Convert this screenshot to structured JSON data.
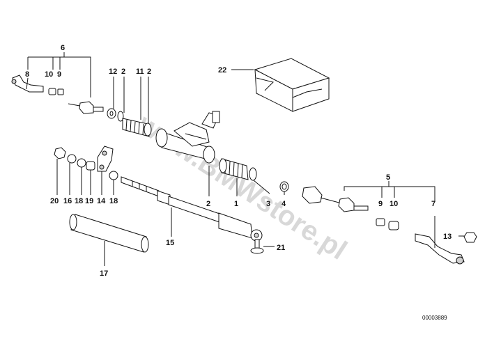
{
  "diagram": {
    "watermark": "www.BMWstore.pl",
    "reference_number": "00003889",
    "part_labels": [
      {
        "id": "lbl-6",
        "text": "6"
      },
      {
        "id": "lbl-8",
        "text": "8"
      },
      {
        "id": "lbl-10a",
        "text": "10"
      },
      {
        "id": "lbl-9a",
        "text": "9"
      },
      {
        "id": "lbl-12",
        "text": "12"
      },
      {
        "id": "lbl-2a",
        "text": "2"
      },
      {
        "id": "lbl-11",
        "text": "11"
      },
      {
        "id": "lbl-2b",
        "text": "2"
      },
      {
        "id": "lbl-22",
        "text": "22"
      },
      {
        "id": "lbl-20",
        "text": "20"
      },
      {
        "id": "lbl-16",
        "text": "16"
      },
      {
        "id": "lbl-18a",
        "text": "18"
      },
      {
        "id": "lbl-19",
        "text": "19"
      },
      {
        "id": "lbl-14",
        "text": "14"
      },
      {
        "id": "lbl-18b",
        "text": "18"
      },
      {
        "id": "lbl-2c",
        "text": "2"
      },
      {
        "id": "lbl-1",
        "text": "1"
      },
      {
        "id": "lbl-3",
        "text": "3"
      },
      {
        "id": "lbl-4",
        "text": "4"
      },
      {
        "id": "lbl-5",
        "text": "5"
      },
      {
        "id": "lbl-9b",
        "text": "9"
      },
      {
        "id": "lbl-10b",
        "text": "10"
      },
      {
        "id": "lbl-7",
        "text": "7"
      },
      {
        "id": "lbl-13",
        "text": "13"
      },
      {
        "id": "lbl-15",
        "text": "15"
      },
      {
        "id": "lbl-21",
        "text": "21"
      },
      {
        "id": "lbl-17",
        "text": "17"
      }
    ]
  }
}
